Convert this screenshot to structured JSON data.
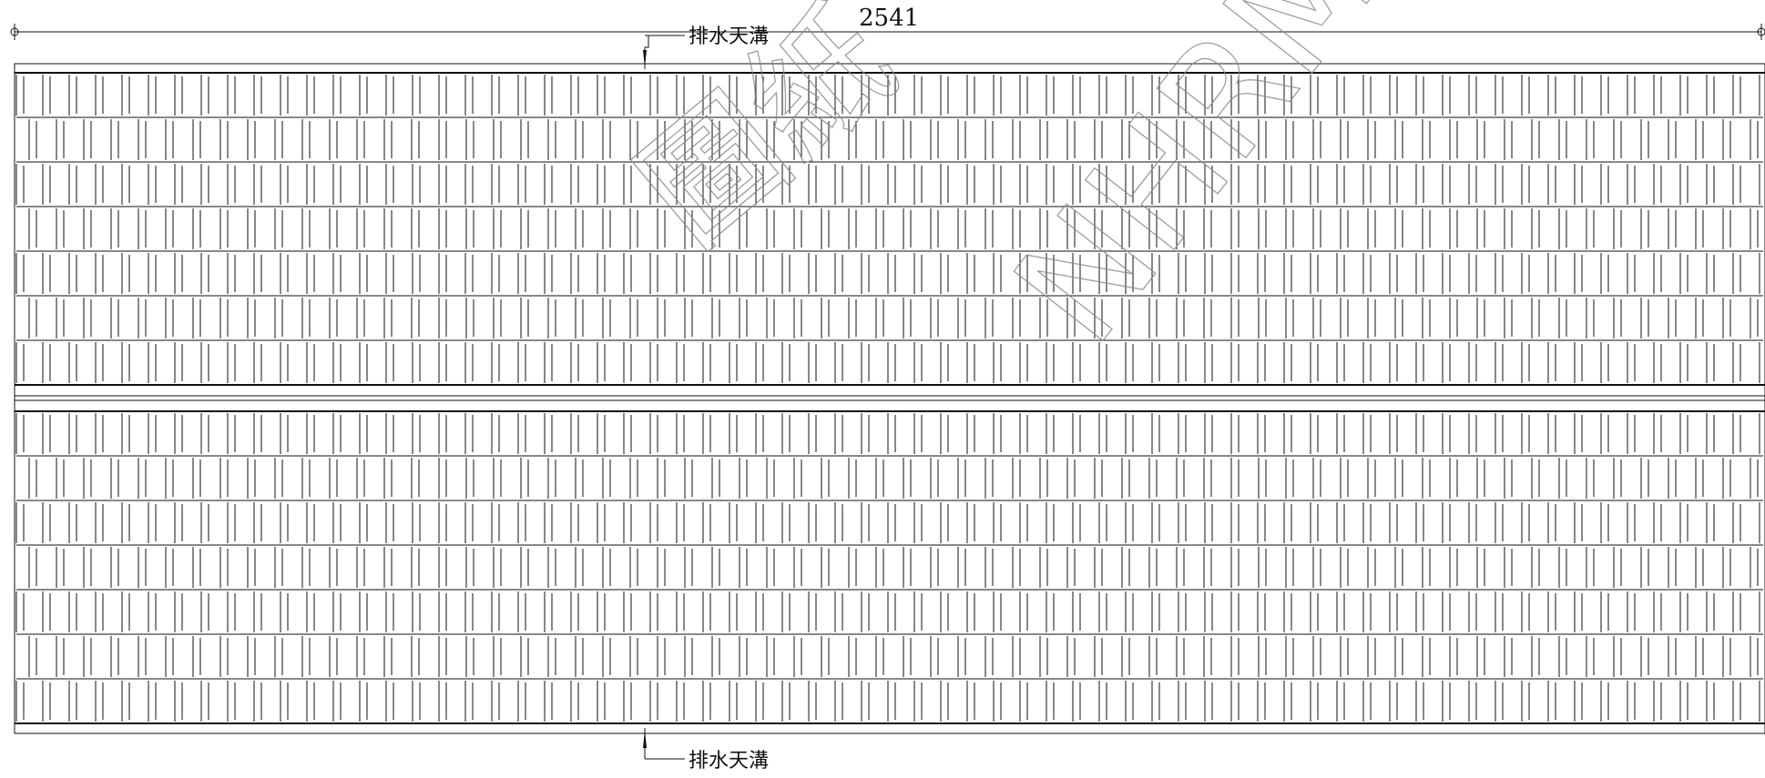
{
  "dimension": {
    "value": "2541"
  },
  "labels": {
    "top_callout": "排水天溝",
    "bottom_callout": "排水天溝"
  },
  "watermark": {
    "chars_a": "圖紙",
    "chars_b": "NHRM"
  },
  "tile_rows": {
    "upper": 7,
    "lower": 7
  },
  "colors": {
    "line": "#111111",
    "watermark": "#888888",
    "background": "#ffffff"
  }
}
